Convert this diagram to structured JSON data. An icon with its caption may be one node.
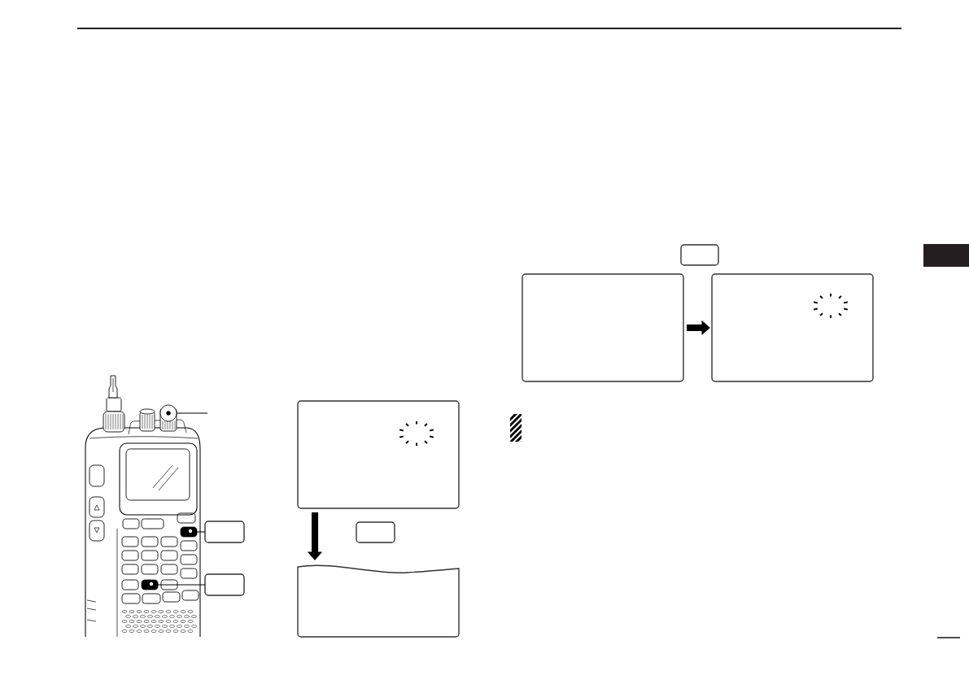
{
  "diagram": {
    "nodes": [
      {
        "text": [],
        "shape": "picture"
      },
      {
        "text": [],
        "shape": "circle",
        "in": 0
      },
      {
        "text": [],
        "shape": "box",
        "in": 0
      },
      {
        "text": [],
        "shape": "box",
        "in": 0
      },
      {
        "text": [],
        "shape": "box"
      },
      {
        "text": [],
        "shape": "box"
      },
      {
        "text": [],
        "shape": "box"
      },
      {
        "text": [],
        "shape": "box"
      },
      {
        "text": [],
        "shape": "box"
      },
      {
        "text": [],
        "shape": "box"
      },
      {
        "text": [],
        "shape": "box"
      },
      {
        "text": [],
        "shape": "box"
      }
    ],
    "edges": [
      {
        "from": 1,
        "to": null,
        "arrow": "none"
      },
      {
        "from": 4,
        "to": 2,
        "arrow": "none"
      },
      {
        "from": 5,
        "to": 3,
        "arrow": "none"
      },
      {
        "from": 6,
        "to": 8,
        "arrow": "to",
        "style": "thick"
      },
      {
        "from": 10,
        "to": 11,
        "arrow": "to",
        "style": "thick"
      }
    ]
  }
}
